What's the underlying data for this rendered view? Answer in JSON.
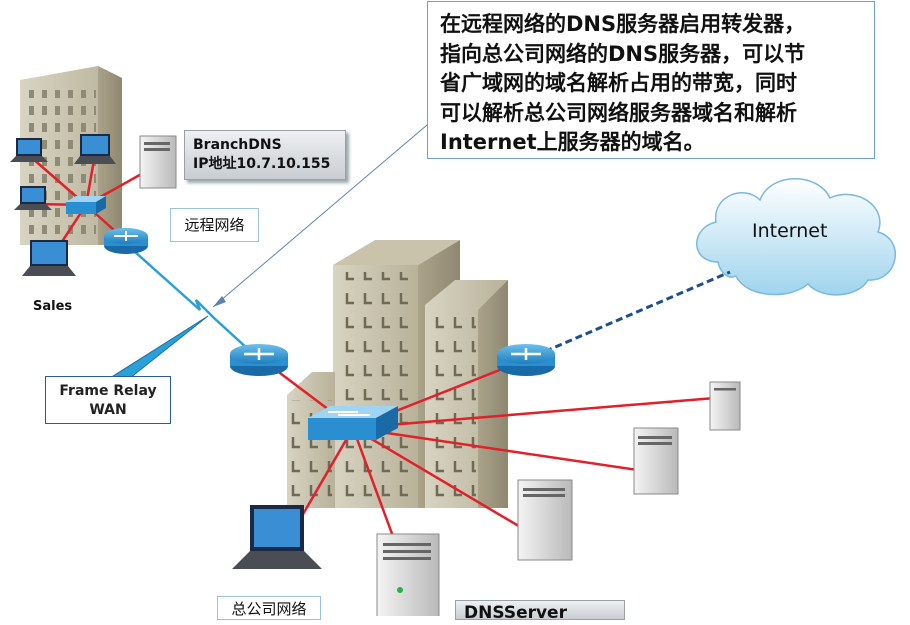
{
  "callout": {
    "line1": "在远程网络的DNS服务器启用转发器，",
    "line2": "指向总公司网络的DNS服务器，可以节",
    "line3": "省广域网的域名解析占用的带宽，同时",
    "line4": "可以解析总公司网络服务器域名和解析",
    "line5": "Internet上服务器的域名。"
  },
  "branch_dns": {
    "name": "BranchDNS",
    "ip": "IP地址10.7.10.155"
  },
  "remote_network": "远程网络",
  "sales": "Sales",
  "wan": {
    "line1": "Frame Relay",
    "line2": "WAN"
  },
  "internet": "Internet",
  "hq_network": "总公司网络",
  "dns_server": "DNSServer",
  "colors": {
    "lan_link": "#e0202a",
    "wan_link": "#2aa0d8",
    "internet_link": "#1f4e8c",
    "callout_border": "#6f9fc6"
  }
}
